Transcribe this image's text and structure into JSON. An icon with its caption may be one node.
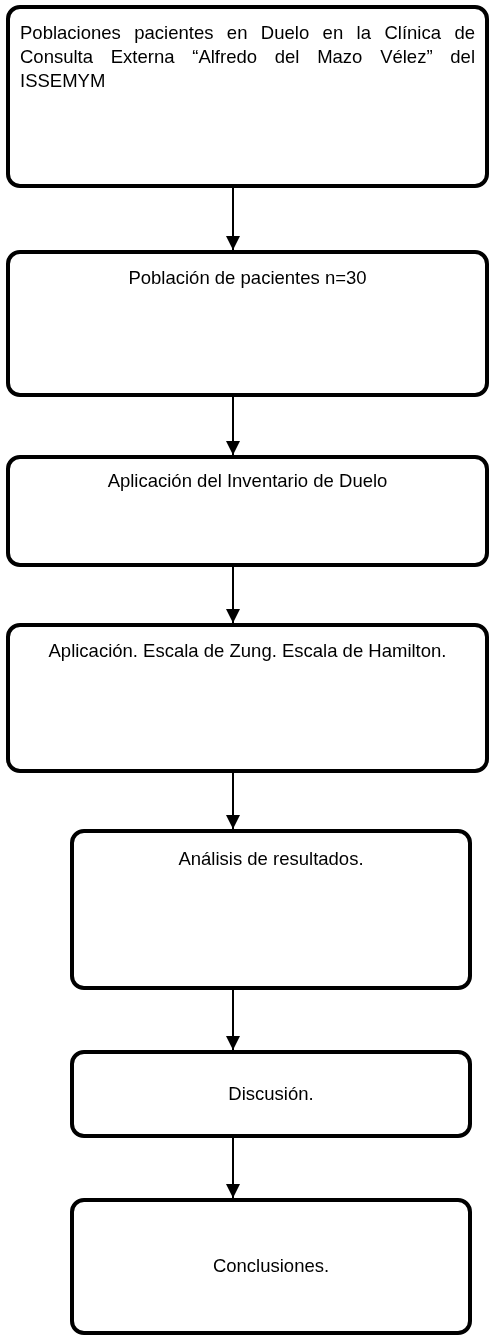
{
  "diagram": {
    "nodes": [
      {
        "text": [
          "Poblaciones pacientes en Duelo en la Clínica de Consulta Externa “Alfredo del Mazo Vélez” del ISSEMYM"
        ]
      },
      {
        "text": [
          "Población de pacientes  n=30"
        ]
      },
      {
        "text": [
          "Aplicación del Inventario de Duelo"
        ]
      },
      {
        "text": [
          "Aplicación. Escala de Zung.  Escala de Hamilton."
        ]
      },
      {
        "text": [
          "Análisis de resultados."
        ]
      },
      {
        "text": [
          "Discusión."
        ]
      },
      {
        "text": [
          "Conclusiones."
        ]
      }
    ],
    "edges": [
      {
        "from": 0,
        "to": 1,
        "arrow": "to"
      },
      {
        "from": 1,
        "to": 2,
        "arrow": "to"
      },
      {
        "from": 2,
        "to": 3,
        "arrow": "to"
      },
      {
        "from": 3,
        "to": 4,
        "arrow": "to"
      },
      {
        "from": 4,
        "to": 5,
        "arrow": "to"
      },
      {
        "from": 5,
        "to": 6,
        "arrow": "to"
      }
    ]
  }
}
